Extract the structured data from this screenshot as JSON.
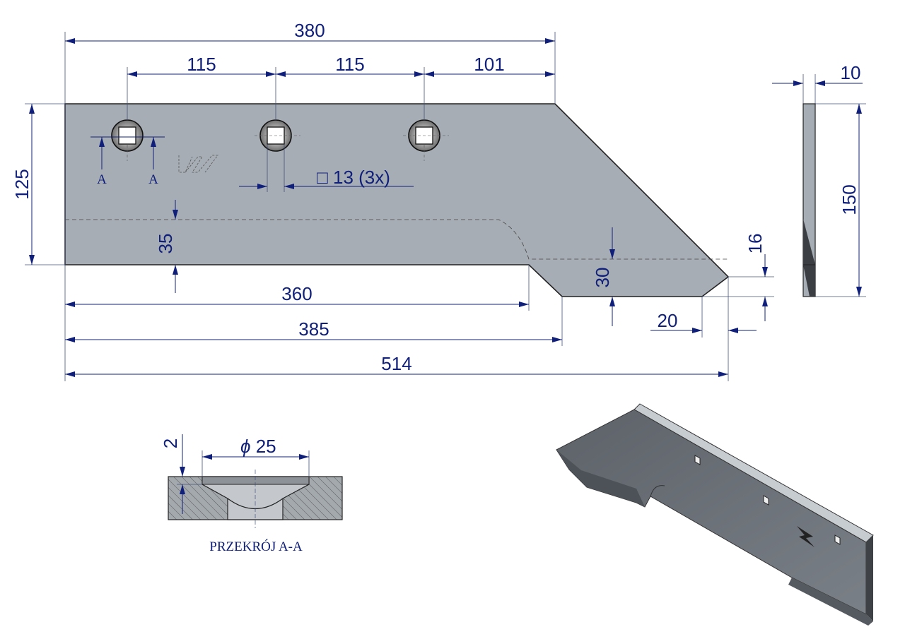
{
  "title_section": "PRZEKRÓJ A-A",
  "dimensions": {
    "overall_top": "380",
    "hole_pitch_1": "115",
    "hole_pitch_2": "115",
    "hole_to_end": "101",
    "height": "125",
    "lower_offset": "35",
    "hole_spec": "□ 13  (3x)",
    "len_360": "360",
    "len_385": "385",
    "len_514": "514",
    "tip_height": "30",
    "chamfer_v": "16",
    "chamfer_h": "20",
    "thickness": "10",
    "side_height": "150",
    "countersink_depth": "2",
    "countersink_dia": "25",
    "section_mark_left": "A",
    "section_mark_right": "A"
  },
  "colors": {
    "plate": "#a7adb4",
    "dim": "#10207a",
    "iso": "#6e747b"
  }
}
